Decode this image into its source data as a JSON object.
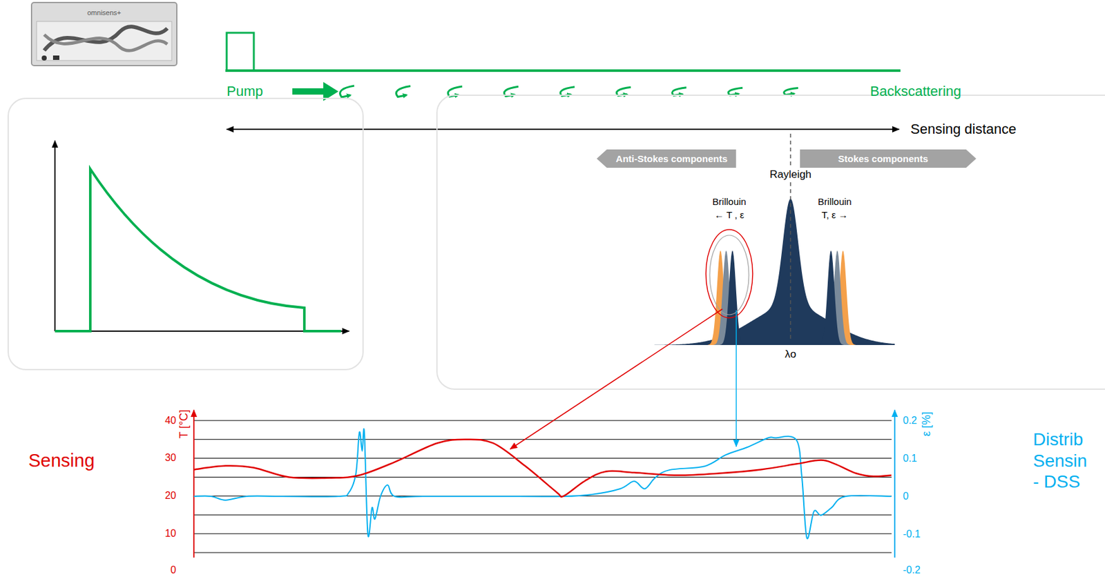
{
  "diagram": {
    "nodes": [
      {
        "text": [
          "Anti-Stokes components"
        ]
      },
      {
        "text": [
          "Stokes components"
        ]
      }
    ],
    "labels": [
      "omnisens+",
      "Pump",
      "Backscattering",
      "Sensing distance",
      "Rayleigh",
      "Brillouin",
      "← T , ε",
      "Brillouin",
      "T, ε →",
      "λo",
      "T [°C]",
      "40",
      "30",
      "20",
      "10",
      "0",
      "ε [%]",
      "0.2",
      "0.1",
      "0",
      "-0.1",
      "-0.2",
      "Sensing",
      "Distrib",
      "Sensin",
      "- DSS"
    ]
  }
}
